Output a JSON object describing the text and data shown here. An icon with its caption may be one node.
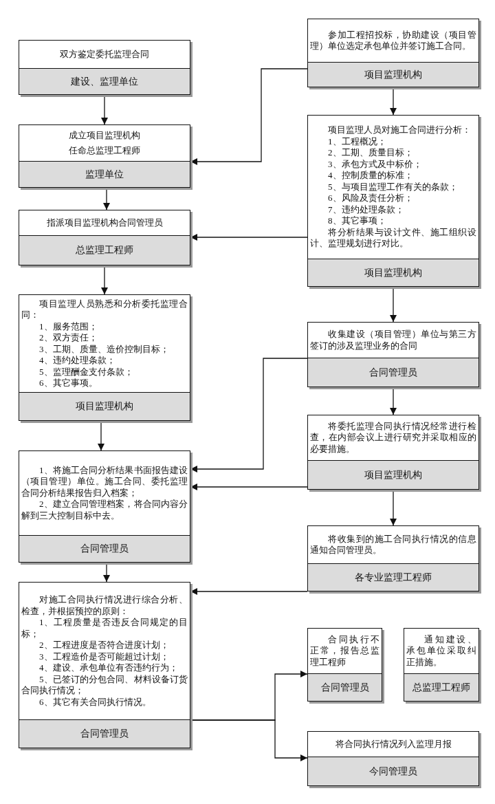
{
  "diagram": {
    "nodes": [
      {
        "text": [
          "双方鉴定委托监理合同",
          "建设、监理单位"
        ]
      },
      {
        "text": [
          "成立项目监理机构",
          "任命总监理工程师",
          "监理单位"
        ]
      },
      {
        "text": [
          "指派项目监理机构合同管理员",
          "总监理工程师"
        ]
      },
      {
        "text": [
          "项目监理人员熟悉和分析委托监理合同：",
          "1、服务范围；",
          "2、双方责任；",
          "3、工期、质量、造价控制目标；",
          "4、违约处理条款；",
          "5、监理酬金支付条款；",
          "6、其它事项。",
          "项目监理机构"
        ]
      },
      {
        "text": [
          "1、将施工合同分析结果书面报告建设（项目管理）单位。施工合同、委托监理合同分析结果报告归入档案；",
          "2、建立合同管理档案，将合同内容分解到三大控制目标中去。",
          "合同管理员"
        ]
      },
      {
        "text": [
          "对施工合同执行情况进行综合分析、检查，并根据预控的原则：",
          "1、工程质量是否违反合同规定的目标；",
          "2、工程进度是否符合进度计划；",
          "3、工程造价是否可能超过计划；",
          "4、建设、承包单位有否违约行为；",
          "5、已签订的分包合同、材料设备订货合同执行情况；",
          "6、其它有关合同执行情况。",
          "合同管理员"
        ]
      },
      {
        "text": [
          "参加工程招投标，协助建设（项目管理）单位选定承包单位并签订施工合同。",
          "项目监理机构"
        ]
      },
      {
        "text": [
          "项目监理人员对施工合同进行分析：",
          "1、工程概况；",
          "2、工期、质量目标；",
          "3、承包方式及中标价；",
          "4、控制质量的标准；",
          "5、与项目监理工作有关的条款；",
          "6、风险及责任分析；",
          "7、违约处理条款；",
          "8、其它事项；",
          "将分析结果与设计文件、施工组织设计、监理规划进行对比。",
          "项目监理机构"
        ]
      },
      {
        "text": [
          "收集建设（项目管理）单位与第三方签订的涉及监理业务的合同",
          "合同管理员"
        ]
      },
      {
        "text": [
          "将委托监理合同执行情况经常进行检查，在内部会议上进行研究并采取相应的必要措施。",
          "项目监理机构"
        ]
      },
      {
        "text": [
          "将收集到的施工合同执行情况的信息通知合同管理员。",
          "各专业监理工程师"
        ]
      },
      {
        "text": [
          "合同执行不正常，报告总监理工程师",
          "合同管理员"
        ]
      },
      {
        "text": [
          "通知建设、承包单位采取纠正措施。",
          "总监理工程师"
        ]
      },
      {
        "text": [
          "将合同执行情况列入监理月报",
          "今同管理员"
        ]
      }
    ],
    "edges": [
      {
        "from": 0,
        "to": 1,
        "arrow": "to"
      },
      {
        "from": 1,
        "to": 2,
        "arrow": "to"
      },
      {
        "from": 2,
        "to": 3,
        "arrow": "to"
      },
      {
        "from": 3,
        "to": 4,
        "arrow": "to"
      },
      {
        "from": 4,
        "to": 5,
        "arrow": "to"
      },
      {
        "from": 6,
        "to": 1,
        "arrow": "to"
      },
      {
        "from": 6,
        "to": 7,
        "arrow": "to"
      },
      {
        "from": 7,
        "to": 2,
        "arrow": "to"
      },
      {
        "from": 7,
        "to": 8,
        "arrow": "to"
      },
      {
        "from": 8,
        "to": 4,
        "arrow": "to"
      },
      {
        "from": 8,
        "to": 9,
        "arrow": "to"
      },
      {
        "from": 9,
        "to": 4,
        "arrow": "to"
      },
      {
        "from": 9,
        "to": 10,
        "arrow": "to"
      },
      {
        "from": 10,
        "to": 5,
        "arrow": "to"
      },
      {
        "from": 5,
        "to": 11,
        "arrow": "to"
      },
      {
        "from": 5,
        "to": 13,
        "arrow": "to"
      }
    ]
  }
}
